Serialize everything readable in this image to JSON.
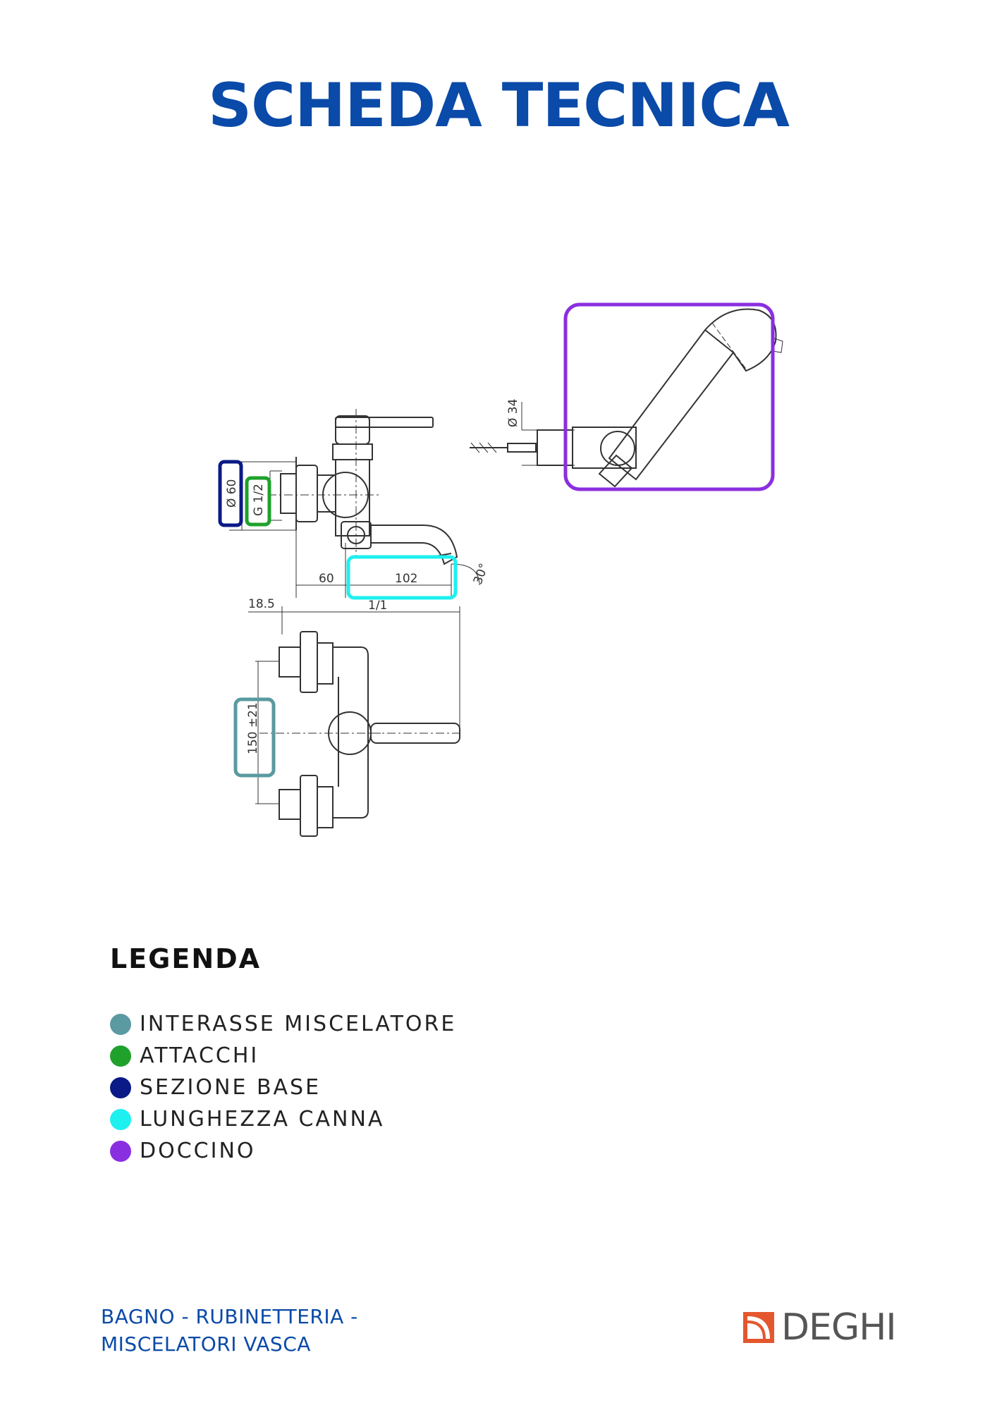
{
  "header": {
    "title": "SCHEDA TECNICA"
  },
  "drawing": {
    "dim_diameter_60": "Ø 60",
    "dim_thread": "G 1/2",
    "dim_60": "60",
    "dim_102": "102",
    "dim_angle": "30°",
    "dim_18_5": "18.5",
    "dim_1_1": "1/1",
    "dim_center": "150 ±21",
    "dim_diameter_34": "Ø 34"
  },
  "legend": {
    "title": "LEGENDA",
    "items": [
      {
        "label": "INTERASSE MISCELATORE",
        "color": "#5a9aa0"
      },
      {
        "label": "ATTACCHI",
        "color": "#1fa12b"
      },
      {
        "label": "SEZIONE BASE",
        "color": "#0a1a86"
      },
      {
        "label": "LUNGHEZZA CANNA",
        "color": "#1ef0f0"
      },
      {
        "label": "DOCCINO",
        "color": "#8a2fe0"
      }
    ]
  },
  "footer": {
    "line1": "BAGNO - RUBINETTERIA -",
    "line2": "MISCELATORI VASCA"
  },
  "logo": {
    "text": "DEGHI"
  },
  "colors": {
    "accent": "#0a4aa8",
    "logo_orange": "#e4572e"
  }
}
